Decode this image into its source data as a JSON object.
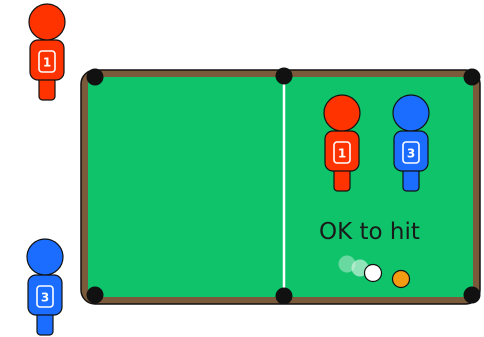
{
  "colors": {
    "table_frame": "#7a5a3a",
    "table_felt": "#0ec36a",
    "pocket": "#111111",
    "center_line": "#ffffff",
    "outline": "#111111",
    "player_red": "#ff3300",
    "player_blue": "#1a6dff",
    "cue_ball": "#ffffff",
    "cue_ball_ghost": "#d8f5e3",
    "object_ball": "#f39c12"
  },
  "players": [
    {
      "id": "red-waiting",
      "number": "1",
      "team": "red"
    },
    {
      "id": "blue-waiting",
      "number": "3",
      "team": "blue"
    },
    {
      "id": "red-at-table",
      "number": "1",
      "team": "red"
    },
    {
      "id": "blue-at-table",
      "number": "3",
      "team": "blue"
    }
  ],
  "caption": "OK to hit"
}
